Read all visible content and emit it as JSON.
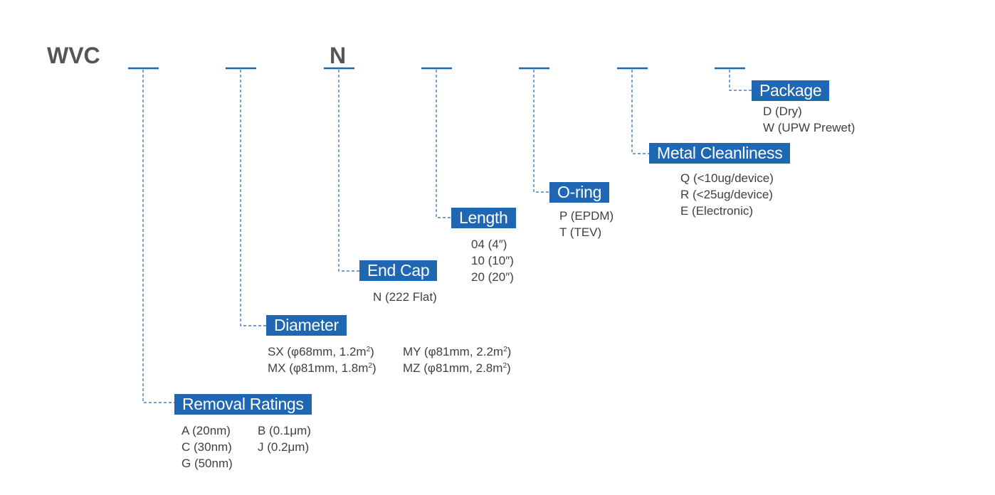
{
  "prefix": "WVC",
  "fixed_code": "N",
  "sections": {
    "removal": {
      "label": "Removal Ratings",
      "col1": [
        "A (20nm)",
        "C (30nm)",
        "G (50nm)"
      ],
      "col2": [
        "B (0.1μm)",
        "J  (0.2μm)"
      ]
    },
    "diameter": {
      "label": "Diameter",
      "col1": [
        {
          "pre": "SX  (φ68mm, 1.2m",
          "sup": "2",
          "post": ")"
        },
        {
          "pre": "MX (φ81mm, 1.8m",
          "sup": "2",
          "post": ")"
        }
      ],
      "col2": [
        {
          "pre": "MY (φ81mm, 2.2m",
          "sup": "2",
          "post": ")"
        },
        {
          "pre": "MZ (φ81mm, 2.8m",
          "sup": "2",
          "post": ")"
        }
      ]
    },
    "endcap": {
      "label": "End Cap",
      "options": [
        "N (222 Flat)"
      ]
    },
    "length": {
      "label": "Length",
      "options": [
        "04 (4″)",
        "10 (10″)",
        "20 (20″)"
      ]
    },
    "oring": {
      "label": "O-ring",
      "options": [
        "P (EPDM)",
        "T (TEV)"
      ]
    },
    "metal": {
      "label": "Metal Cleanliness",
      "options": [
        "Q (<10ug/device)",
        "R (<25ug/device)",
        "E (Electronic)"
      ]
    },
    "package": {
      "label": "Package",
      "options": [
        "D (Dry)",
        "W (UPW Prewet)"
      ]
    }
  },
  "colors": {
    "accent": "#1f66b3",
    "text": "#404040",
    "prefix": "#555555"
  }
}
